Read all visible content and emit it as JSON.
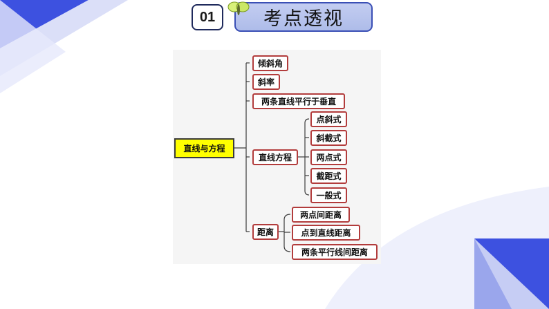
{
  "header": {
    "number": "01",
    "title": "考点透视"
  },
  "mindmap": {
    "root": "直线与方程",
    "branches": {
      "incline_angle": "倾斜角",
      "slope": "斜率",
      "parallel_perpendicular": "两条直线平行于垂直",
      "line_equation": {
        "label": "直线方程",
        "children": [
          "点斜式",
          "斜截式",
          "两点式",
          "截距式",
          "一般式"
        ]
      },
      "distance": {
        "label": "距离",
        "children": [
          "两点间距离",
          "点到直线距离",
          "两条平行线间距离"
        ]
      }
    }
  },
  "colors": {
    "accent_blue": "#3d51e0",
    "node_border": "#b23c3c",
    "root_fill": "#ffff00"
  }
}
